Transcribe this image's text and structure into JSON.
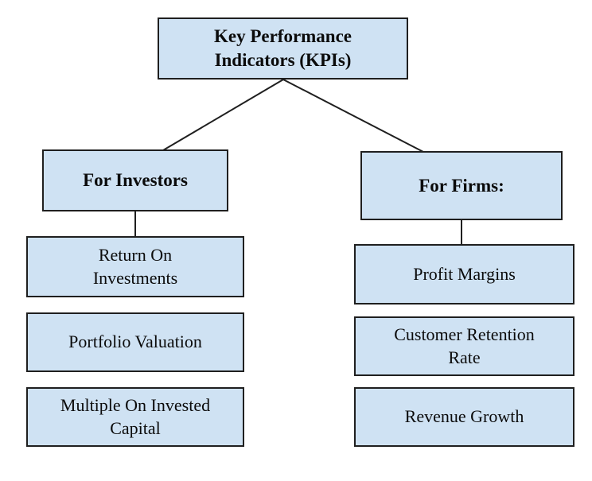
{
  "diagram": {
    "title": "Key Performance Indicators (KPIs) diagram",
    "root": {
      "label": "Key Performance\nIndicators (KPIs)"
    },
    "branches": [
      {
        "label": "For Investors",
        "children": [
          "Return On\nInvestments",
          "Portfolio Valuation",
          "Multiple On Invested\nCapital"
        ]
      },
      {
        "label": "For Firms:",
        "children": [
          "Profit Margins",
          "Customer Retention\nRate",
          "Revenue Growth"
        ]
      }
    ],
    "colors": {
      "box_fill": "#cfe2f3",
      "box_border": "#1f1f1f",
      "connector": "#1f1f1f",
      "text": "#0b0b0b",
      "background": "#ffffff"
    }
  }
}
